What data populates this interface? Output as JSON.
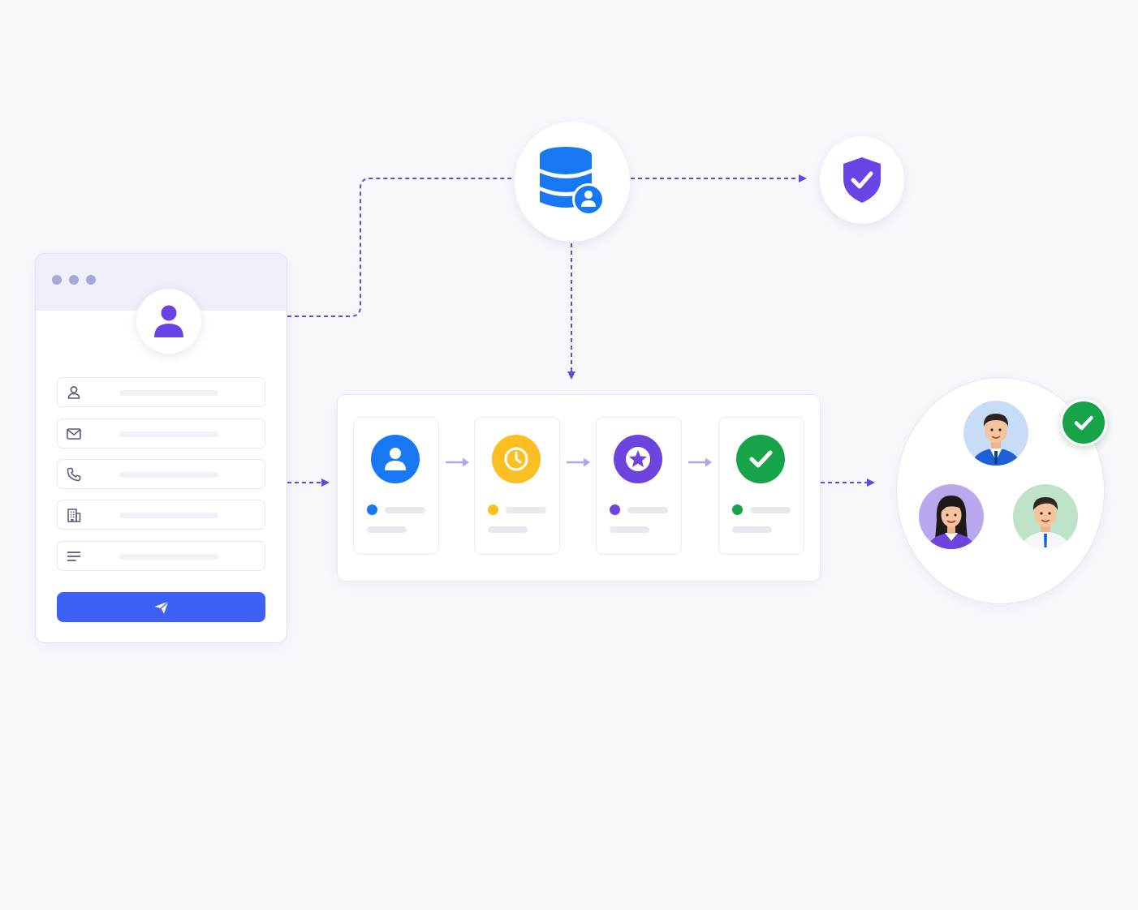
{
  "diagram": {
    "colors": {
      "accent_purple": "#6a45e6",
      "primary_blue": "#1877f2",
      "button_blue": "#3e60f5",
      "amber": "#fbbf24",
      "violet": "#6d44e0",
      "green": "#16a34a",
      "connector": "#5b4be0",
      "stage_arrow": "#aaa7f2"
    },
    "form": {
      "icons": [
        "user-icon",
        "mail-icon",
        "phone-icon",
        "building-icon",
        "lines-icon"
      ],
      "submit_icon": "send-icon"
    },
    "nodes": {
      "database_icon": "database-user-icon",
      "shield_icon": "shield-check-icon"
    },
    "pipeline": {
      "stages": [
        {
          "icon": "user-icon",
          "color": "#1877f2"
        },
        {
          "icon": "clock-icon",
          "color": "#fbbf24"
        },
        {
          "icon": "star-icon",
          "color": "#6d44e0"
        },
        {
          "icon": "check-icon",
          "color": "#16a34a"
        }
      ]
    },
    "team": {
      "members": [
        "man-blue-suit",
        "woman-purple",
        "man-white-shirt"
      ],
      "status_icon": "check-icon"
    }
  }
}
